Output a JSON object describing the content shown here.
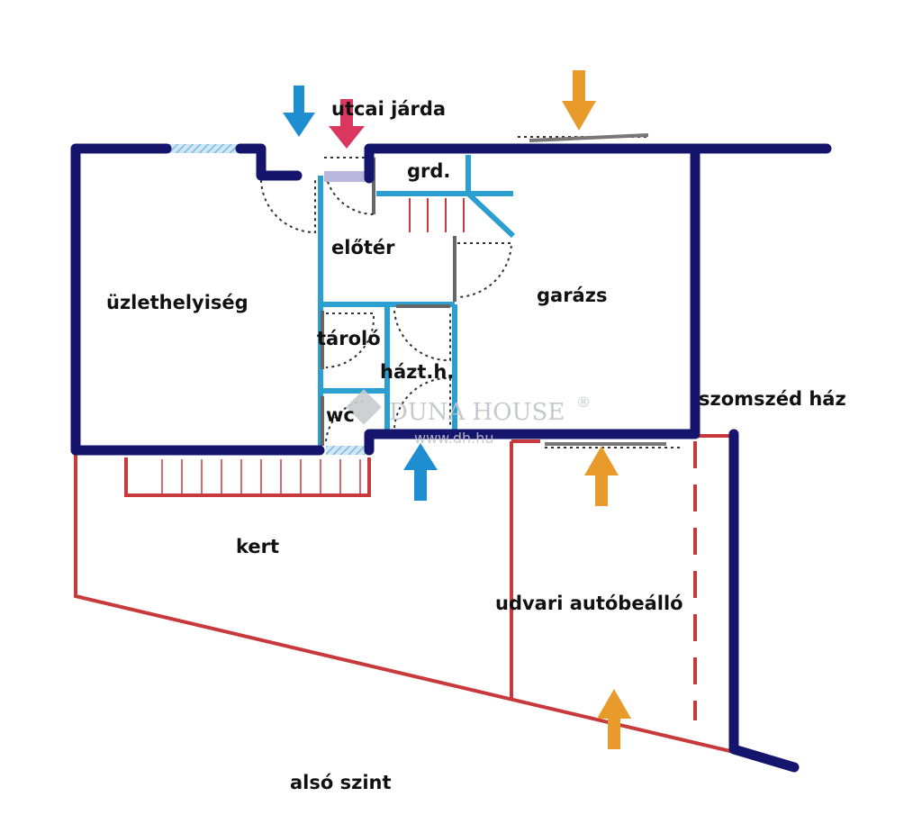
{
  "labels": {
    "street": "utcai járda",
    "shop": "üzlethelyiség",
    "wardrobe": "grd.",
    "hall": "előtér",
    "garage": "garázs",
    "storage": "tároló",
    "utility": "házt.h.",
    "wc": "wc",
    "neighbor": "szomszéd ház",
    "garden": "kert",
    "parking": "udvari autóbeálló",
    "level": "alsó szint"
  },
  "watermark": {
    "brand": "DUNA HOUSE",
    "registered": "®",
    "url": "www.dh.hu"
  },
  "colors": {
    "outer_wall": "#15156e",
    "inner_wall": "#2a9fd0",
    "plot_line": "#c8393c",
    "arrow_blue": "#1f8ed0",
    "arrow_pink": "#d9375f",
    "arrow_orange": "#e89a2a"
  }
}
